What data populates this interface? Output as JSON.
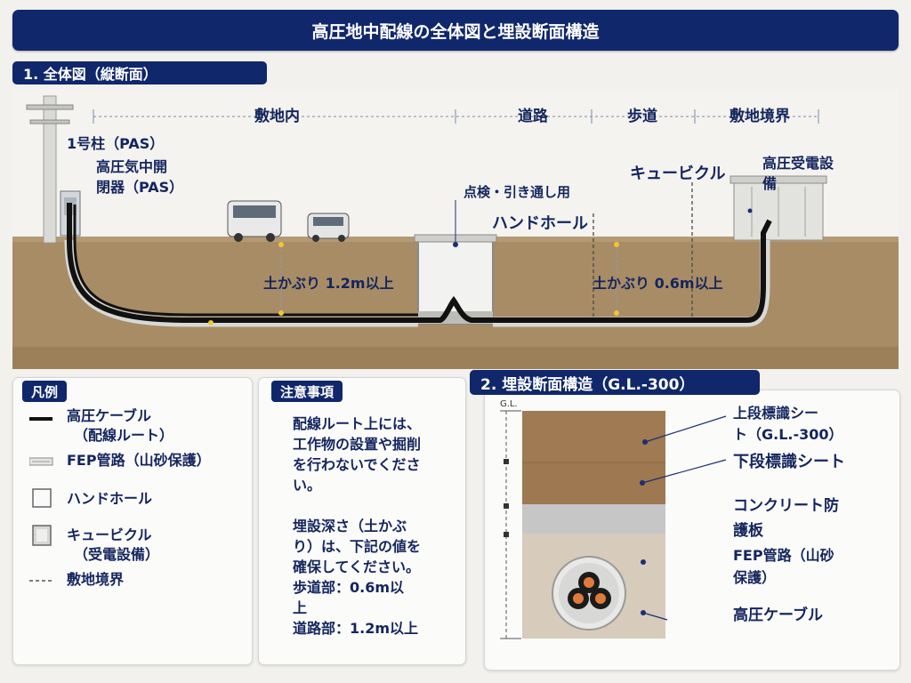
{
  "title": "高圧地中配線の全体図と埋設断面構造",
  "section1": {
    "label": "1. 全体図（縦断面）",
    "zones": {
      "site": "敷地内",
      "road": "道路",
      "sidewalk": "歩道",
      "boundary": "敷地境界"
    },
    "pole_label_1": "1号柱（PAS）",
    "pole_label_2": "高圧気中開",
    "pole_label_3": "閉器（PAS）",
    "handhole_label_1": "点検・引き通し用",
    "handhole_label_2": "ハンドホール",
    "cubicle_label": "キュービクル",
    "substation_label_1": "高圧受電設",
    "substation_label_2": "備",
    "cover_site": "土かぶり 1.2m以上",
    "cover_sidewalk": "土かぶり 0.6m以上"
  },
  "legend": {
    "title": "凡例",
    "items": [
      {
        "label_1": "高圧ケーブル",
        "label_2": "（配線ルート）"
      },
      {
        "label_1": "FEP管路（山砂保護）"
      },
      {
        "label_1": "ハンドホール"
      },
      {
        "label_1": "キュービクル",
        "label_2": "（受電設備）"
      },
      {
        "label_1": "敷地境界"
      }
    ]
  },
  "notes": {
    "title": "注意事項",
    "lines": [
      "配線ルート上には、",
      "工作物の設置や掘削",
      "を行わないでくださ",
      "い。",
      "",
      "埋設深さ（土かぶ",
      "り）は、下記の値を",
      "確保してください。",
      "歩道部：0.6m以",
      "上",
      "道路部：1.2m以上"
    ]
  },
  "section2": {
    "label": "2. 埋設断面構造（G.L.-300）",
    "gl": "G.L.",
    "labels": {
      "upper_sheet_1": "上段標識シー",
      "upper_sheet_2": "ト（G.L.-300）",
      "lower_sheet": "下段標識シート",
      "concrete_1": "コンクリート防",
      "concrete_2": "護板",
      "fep_1": "FEP管路（山砂",
      "fep_2": "保護）",
      "cable": "高圧ケーブル"
    }
  },
  "colors": {
    "navy": "#10276c",
    "soil": "#a78a64",
    "sky": "#f3f2ef",
    "topsoil_cs": "#9f7a52",
    "concrete": "#c6c6c6",
    "sand": "#d7cbbb",
    "cable_core": "#e07a3a"
  }
}
